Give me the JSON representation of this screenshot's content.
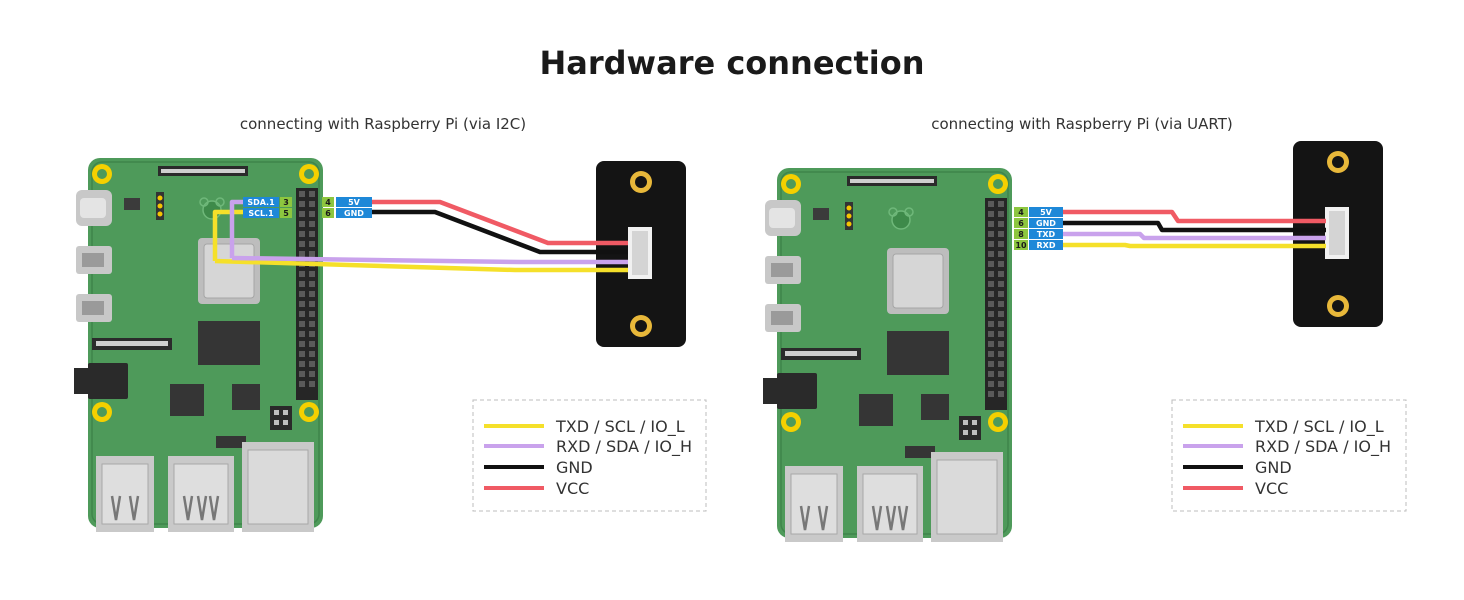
{
  "title": "Hardware connection",
  "panels": [
    {
      "caption": "connecting with Raspberry Pi (via I2C)",
      "pins": [
        {
          "side": "left",
          "label": "SDA.1",
          "num": "3"
        },
        {
          "side": "left",
          "label": "SCL.1",
          "num": "5"
        },
        {
          "side": "right",
          "label": "5V",
          "num": "4"
        },
        {
          "side": "right",
          "label": "GND",
          "num": "6"
        }
      ]
    },
    {
      "caption": "connecting with Raspberry Pi (via UART)",
      "pins": [
        {
          "side": "right",
          "label": "5V",
          "num": "4"
        },
        {
          "side": "right",
          "label": "GND",
          "num": "6"
        },
        {
          "side": "right",
          "label": "TXD",
          "num": "8"
        },
        {
          "side": "right",
          "label": "RXD",
          "num": "10"
        }
      ]
    }
  ],
  "legend": [
    {
      "label": "TXD / SCL / IO_L",
      "color": "#f5e02a"
    },
    {
      "label": "RXD / SDA / IO_H",
      "color": "#c9a2ec"
    },
    {
      "label": "GND",
      "color": "#111111"
    },
    {
      "label": "VCC",
      "color": "#f05a64"
    }
  ],
  "colors": {
    "board": "#4e9a5a",
    "pin_label": "#1e88d8",
    "pin_number": "#8dc63f",
    "module": "#141414",
    "mount_hole": "#f5d000"
  }
}
